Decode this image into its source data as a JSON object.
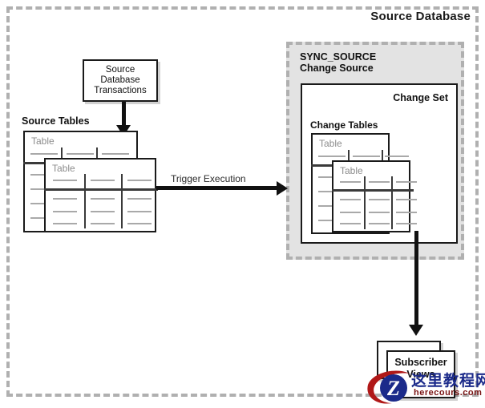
{
  "diagram": {
    "title": "Source Database",
    "outer_container": {
      "label": "Source Database",
      "border_style": "dashed",
      "border_color": "#b0b0b0"
    },
    "sync_source": {
      "line1": "SYNC_SOURCE",
      "line2": "Change Source",
      "background_color": "#e3e3e3",
      "border_style": "dashed",
      "border_color": "#b0b0b0"
    },
    "change_set": {
      "label": "Change Set",
      "change_tables_label": "Change Tables",
      "tables": [
        {
          "name": "Table"
        },
        {
          "name": "Table"
        }
      ]
    },
    "source_tables": {
      "label": "Source Tables",
      "tables": [
        {
          "name": "Table"
        },
        {
          "name": "Table"
        }
      ]
    },
    "transactions_box": {
      "line1": "Source",
      "line2": "Database",
      "line3": "Transactions"
    },
    "subscriber_views": {
      "line1": "Subscriber",
      "line2": "Views"
    },
    "arrows": [
      {
        "name": "transactions-to-source-tables",
        "label": "",
        "direction": "down"
      },
      {
        "name": "trigger-execution",
        "label": "Trigger Execution",
        "direction": "right"
      },
      {
        "name": "change-tables-to-subscriber-views",
        "label": "",
        "direction": "down"
      }
    ],
    "colors": {
      "box_border": "#1a1a1a",
      "dashed_border": "#b0b0b0",
      "sync_fill": "#e3e3e3",
      "table_name_text": "#8d8d8d",
      "row_line": "#a9a9a9",
      "arrow": "#111111"
    }
  },
  "watermark": {
    "chinese_text": "这里教程网",
    "site": "herecours.com",
    "logo_letter": "Z"
  }
}
